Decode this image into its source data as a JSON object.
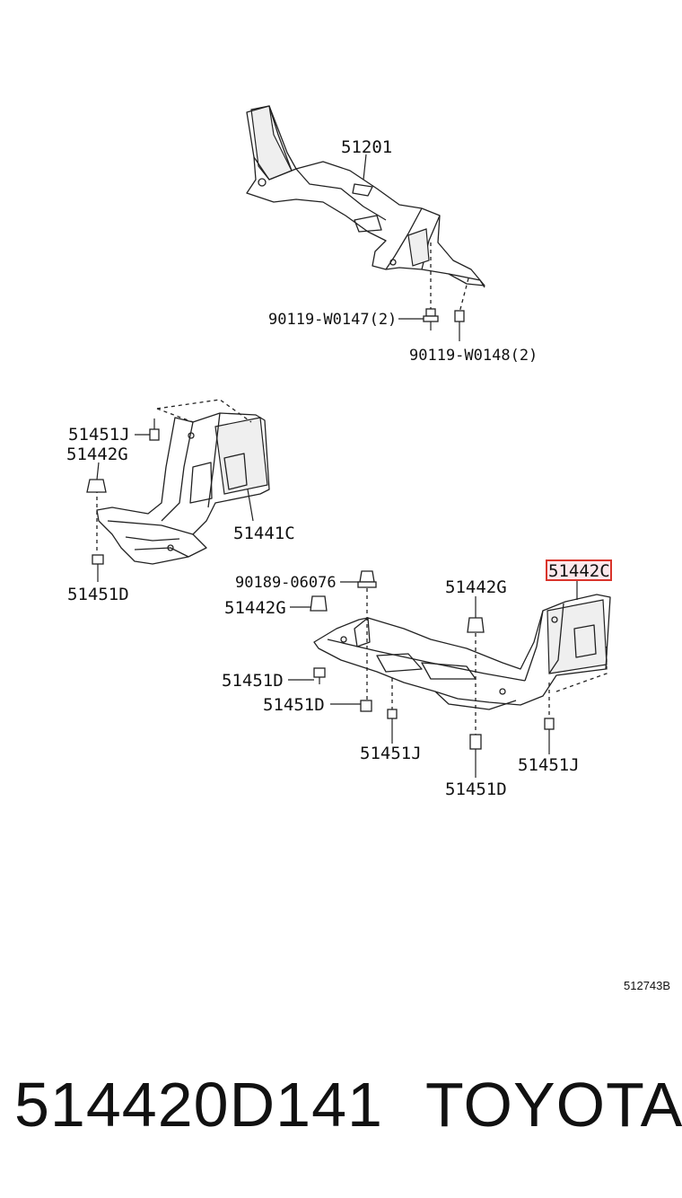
{
  "callouts": {
    "crossmember": "51201",
    "bolt_w0147": "90119-W0147(2)",
    "bolt_w0148": "90119-W0148(2)",
    "left_bolt_j": "51451J",
    "left_clip_g": "51442G",
    "left_cover": "51441C",
    "left_bolt_d": "51451D",
    "clip_06076": "90189-06076",
    "mid_clip_g": "51442G",
    "mid_bolt_d_a": "51451D",
    "mid_bolt_d_b": "51451D",
    "mid_bolt_j": "51451J",
    "right_clip_g": "51442G",
    "right_bolt_d": "51451D",
    "right_bolt_j": "51451J",
    "highlighted_part": "51442C"
  },
  "highlight_color": "#d9342b",
  "diagram_code": "512743B",
  "footer": {
    "part_number": "514420D141",
    "brand": "TOYOTA"
  }
}
